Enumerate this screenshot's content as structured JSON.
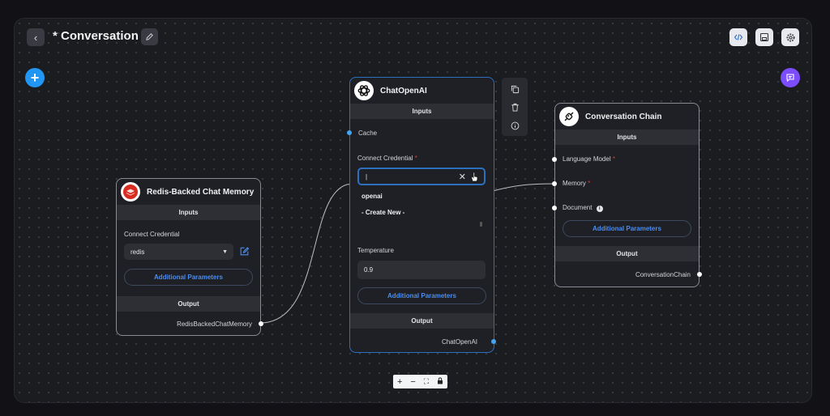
{
  "header": {
    "title": "* Conversation"
  },
  "nodes": {
    "redis": {
      "title": "Redis-Backed Chat Memory",
      "inputs_label": "Inputs",
      "credential_label": "Connect Credential",
      "credential_value": "redis",
      "additional_params": "Additional Parameters",
      "output_label": "Output",
      "output_name": "RedisBackedChatMemory"
    },
    "chatopenai": {
      "title": "ChatOpenAI",
      "inputs_label": "Inputs",
      "cache_label": "Cache",
      "credential_label": "Connect Credential",
      "credential_required": "*",
      "credential_input": "|",
      "options": [
        "openai",
        "- Create New -"
      ],
      "temperature_label": "Temperature",
      "temperature_value": "0.9",
      "additional_params": "Additional Parameters",
      "output_label": "Output",
      "output_name": "ChatOpenAI"
    },
    "chain": {
      "title": "Conversation Chain",
      "inputs_label": "Inputs",
      "language_model_label": "Language Model",
      "memory_label": "Memory",
      "required": "*",
      "document_label": "Document",
      "additional_params": "Additional Parameters",
      "output_label": "Output",
      "output_name": "ConversationChain"
    }
  },
  "colors": {
    "accent": "#2196f3",
    "chat_fab": "#7c4dff",
    "required": "#e53935",
    "link": "#4b8df0"
  }
}
